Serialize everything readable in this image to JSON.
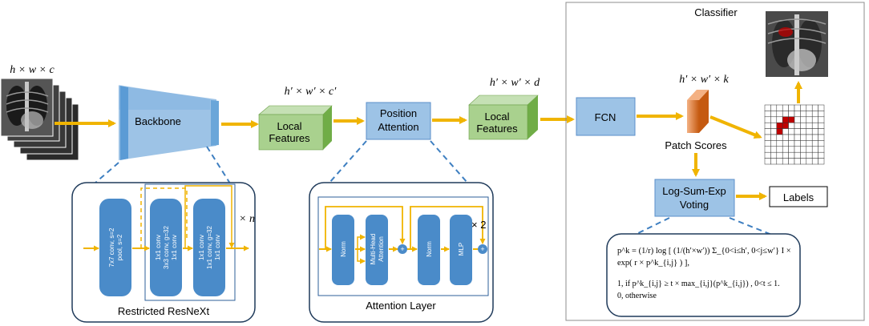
{
  "input_dims": "h × w × c",
  "backbone": {
    "label": "Backbone"
  },
  "local_features_1": {
    "dims": "h′ × w′ × c′",
    "line1": "Local",
    "line2": "Features"
  },
  "position_attention": {
    "line1": "Position",
    "line2": "Attention"
  },
  "local_features_2": {
    "dims": "h′ × w′ × d",
    "line1": "Local",
    "line2": "Features"
  },
  "classifier": {
    "title": "Classifier",
    "fcn": "FCN",
    "score_dims": "h′ × w′ × k",
    "patch_scores": "Patch Scores",
    "voting_line1": "Log-Sum-Exp",
    "voting_line2": "Voting",
    "labels": "Labels"
  },
  "resnext": {
    "caption": "Restricted ResNeXt",
    "repeat": "× n",
    "block1": [
      "7x7 conv, s=2",
      "pool, s=2"
    ],
    "block2": [
      "1x1 conv",
      "3x3 conv, g=32",
      "1x1 conv"
    ],
    "block3": [
      "1x1 conv",
      "1x1 conv, g=32",
      "1x1 conv"
    ]
  },
  "attention_layer": {
    "caption": "Attention Layer",
    "repeat": "× 2",
    "norm1": "Norm",
    "mha_line1": "Multi-Head",
    "mha_line2": "Attention",
    "norm2": "Norm",
    "mlp": "MLP",
    "plus": "+"
  },
  "equation": {
    "line1": "p^k = (1/r) log [ (1/(h′×w′)) Σ_{0<i≤h′, 0<j≤w′} I × exp( r × p^k_{i,j} ) ],",
    "case1": "1,   if p^k_{i,j} ≥ t × max_{i,j}(p^k_{i,j}) ,   0<t ≤ 1.",
    "case2": "0,   otherwise"
  },
  "colors": {
    "arrow": "#f0b400",
    "blue_fill": "#9dc3e6",
    "blue_dark": "#4a8bc9",
    "green_front": "#a9d18e",
    "green_top": "#c5e0b4",
    "green_side": "#70ad47",
    "orange": "#e07a2e",
    "red_patch": "#c00000"
  }
}
